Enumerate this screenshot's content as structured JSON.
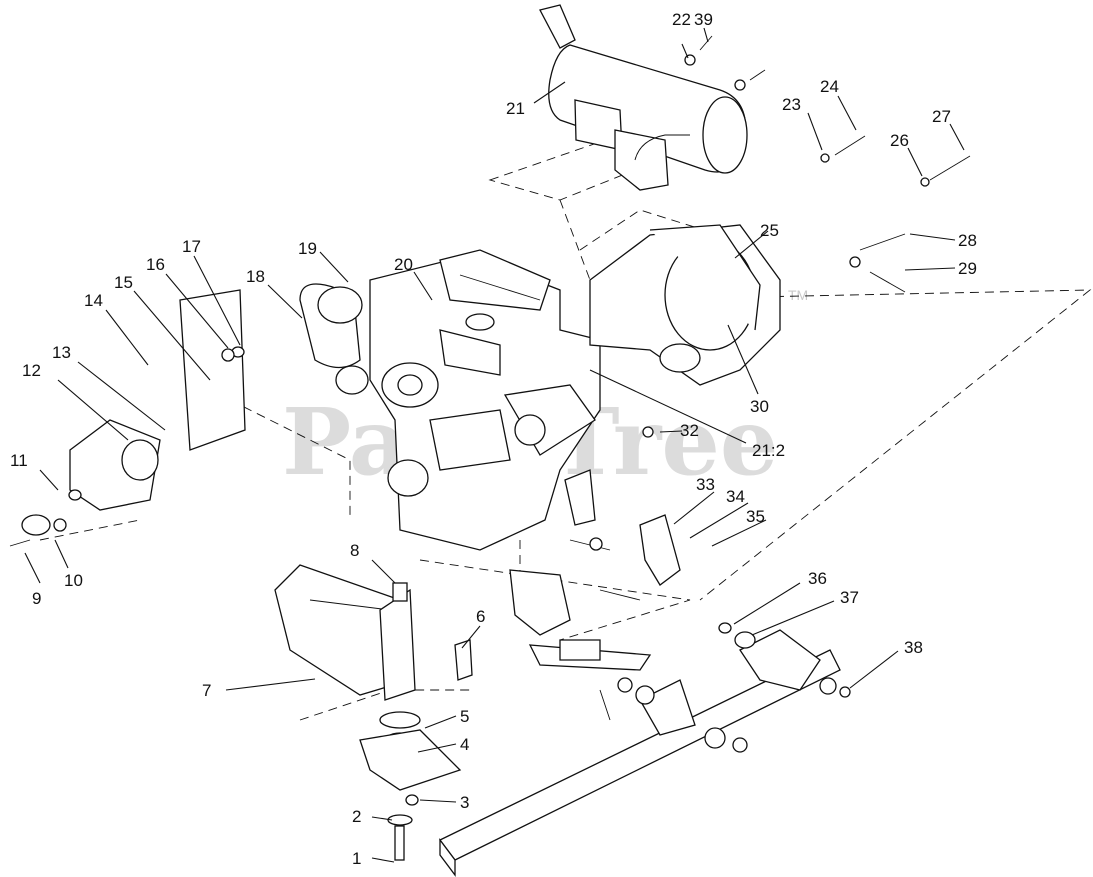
{
  "watermark": {
    "text": "PartsTree",
    "mark": "TM"
  },
  "callouts": [
    {
      "id": "1",
      "label": "1"
    },
    {
      "id": "2",
      "label": "2"
    },
    {
      "id": "3",
      "label": "3"
    },
    {
      "id": "4",
      "label": "4"
    },
    {
      "id": "5",
      "label": "5"
    },
    {
      "id": "6",
      "label": "6"
    },
    {
      "id": "7",
      "label": "7"
    },
    {
      "id": "8",
      "label": "8"
    },
    {
      "id": "9",
      "label": "9"
    },
    {
      "id": "10",
      "label": "10"
    },
    {
      "id": "11",
      "label": "11"
    },
    {
      "id": "12",
      "label": "12"
    },
    {
      "id": "13",
      "label": "13"
    },
    {
      "id": "14",
      "label": "14"
    },
    {
      "id": "15",
      "label": "15"
    },
    {
      "id": "16",
      "label": "16"
    },
    {
      "id": "17",
      "label": "17"
    },
    {
      "id": "18",
      "label": "18"
    },
    {
      "id": "19",
      "label": "19"
    },
    {
      "id": "20",
      "label": "20"
    },
    {
      "id": "21",
      "label": "21"
    },
    {
      "id": "21_2",
      "label": "21:2"
    },
    {
      "id": "22",
      "label": "22"
    },
    {
      "id": "23",
      "label": "23"
    },
    {
      "id": "24",
      "label": "24"
    },
    {
      "id": "25",
      "label": "25"
    },
    {
      "id": "26",
      "label": "26"
    },
    {
      "id": "27",
      "label": "27"
    },
    {
      "id": "28",
      "label": "28"
    },
    {
      "id": "29",
      "label": "29"
    },
    {
      "id": "30",
      "label": "30"
    },
    {
      "id": "32",
      "label": "32"
    },
    {
      "id": "33",
      "label": "33"
    },
    {
      "id": "34",
      "label": "34"
    },
    {
      "id": "35",
      "label": "35"
    },
    {
      "id": "36",
      "label": "36"
    },
    {
      "id": "37",
      "label": "37"
    },
    {
      "id": "38",
      "label": "38"
    },
    {
      "id": "39",
      "label": "39"
    }
  ]
}
